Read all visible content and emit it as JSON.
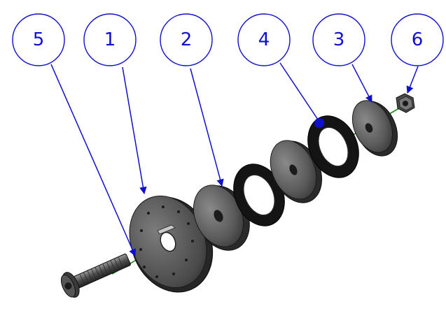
{
  "balloons": [
    {
      "label": "5"
    },
    {
      "label": "1"
    },
    {
      "label": "2"
    },
    {
      "label": "4"
    },
    {
      "label": "3"
    },
    {
      "label": "6"
    }
  ],
  "colors": {
    "balloon": "#1010cc",
    "axis": "#1a8a1a",
    "part_dark": "#2a2a2a",
    "part_face": "#6e6e6e"
  },
  "icons": {
    "bolt": "bolt-icon",
    "nut": "nut-icon",
    "washer": "washer-icon",
    "ring": "ring-icon",
    "disc": "disc-icon"
  }
}
